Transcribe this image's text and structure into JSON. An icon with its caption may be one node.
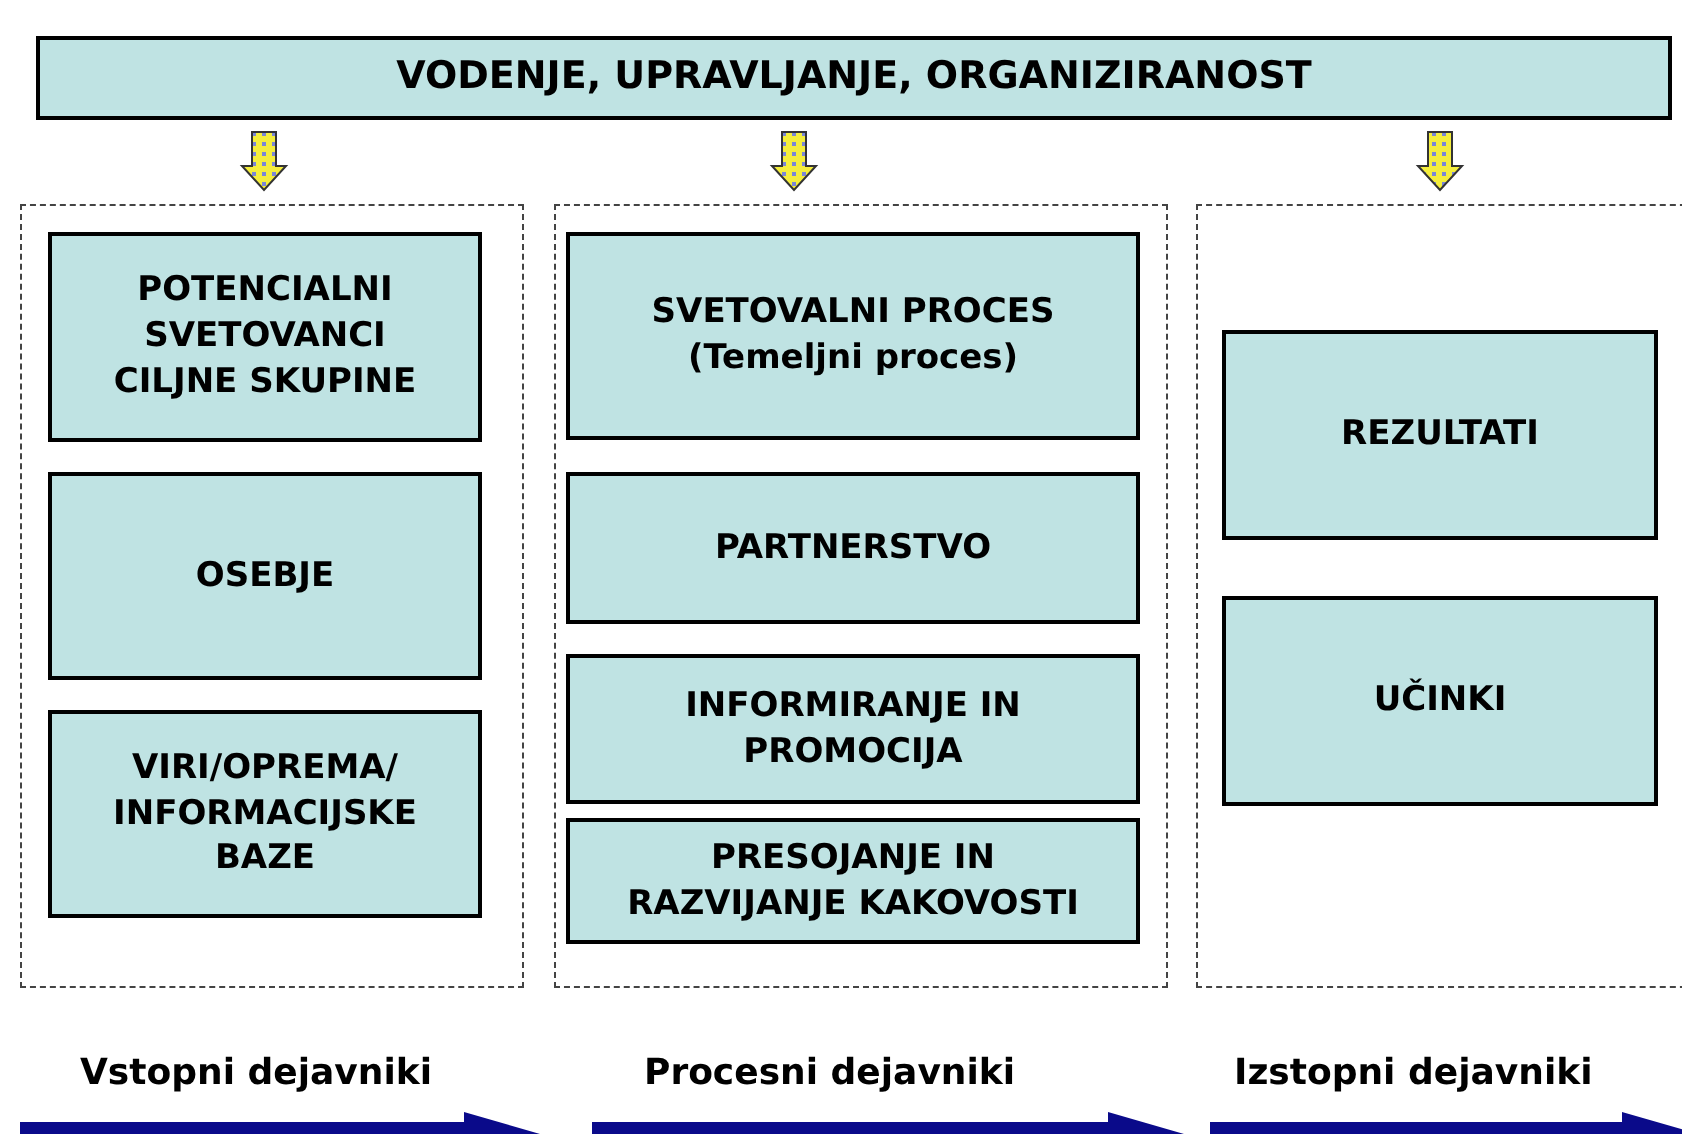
{
  "diagram": {
    "nodes": [
      {
        "text": [
          "VODENJE, UPRAVLJANJE, ORGANIZIRANOST"
        ]
      },
      {
        "text": [],
        "shape": "box"
      },
      {
        "text": [],
        "shape": "box"
      },
      {
        "text": [],
        "shape": "box"
      },
      {
        "text": [
          "POTENCIALNI SVETOVANCI CILJNE SKUPINE"
        ],
        "in": 1
      },
      {
        "text": [
          "OSEBJE"
        ],
        "in": 1
      },
      {
        "text": [
          "VIRI/OPREMA/ INFORMACIJSKE BAZE"
        ],
        "in": 1
      },
      {
        "text": [
          "SVETOVALNI PROCES (Temeljni proces)"
        ],
        "in": 2
      },
      {
        "text": [
          "PARTNERSTVO"
        ],
        "in": 2
      },
      {
        "text": [
          "INFORMIRANJE IN PROMOCIJA"
        ],
        "in": 2
      },
      {
        "text": [
          "PRESOJANJE IN RAZVIJANJE KAKOVOSTI"
        ],
        "in": 2
      },
      {
        "text": [
          "REZULTATI"
        ],
        "in": 3
      },
      {
        "text": [
          "UČINKI"
        ],
        "in": 3
      }
    ],
    "edges": [
      {
        "from": 0,
        "to": 1,
        "arrow": "to"
      },
      {
        "from": 0,
        "to": 2,
        "arrow": "to"
      },
      {
        "from": 0,
        "to": 3,
        "arrow": "to"
      }
    ],
    "labels": [
      "Vstopni dejavniki",
      "Procesni dejavniki",
      "Izstopni dejavniki"
    ]
  }
}
